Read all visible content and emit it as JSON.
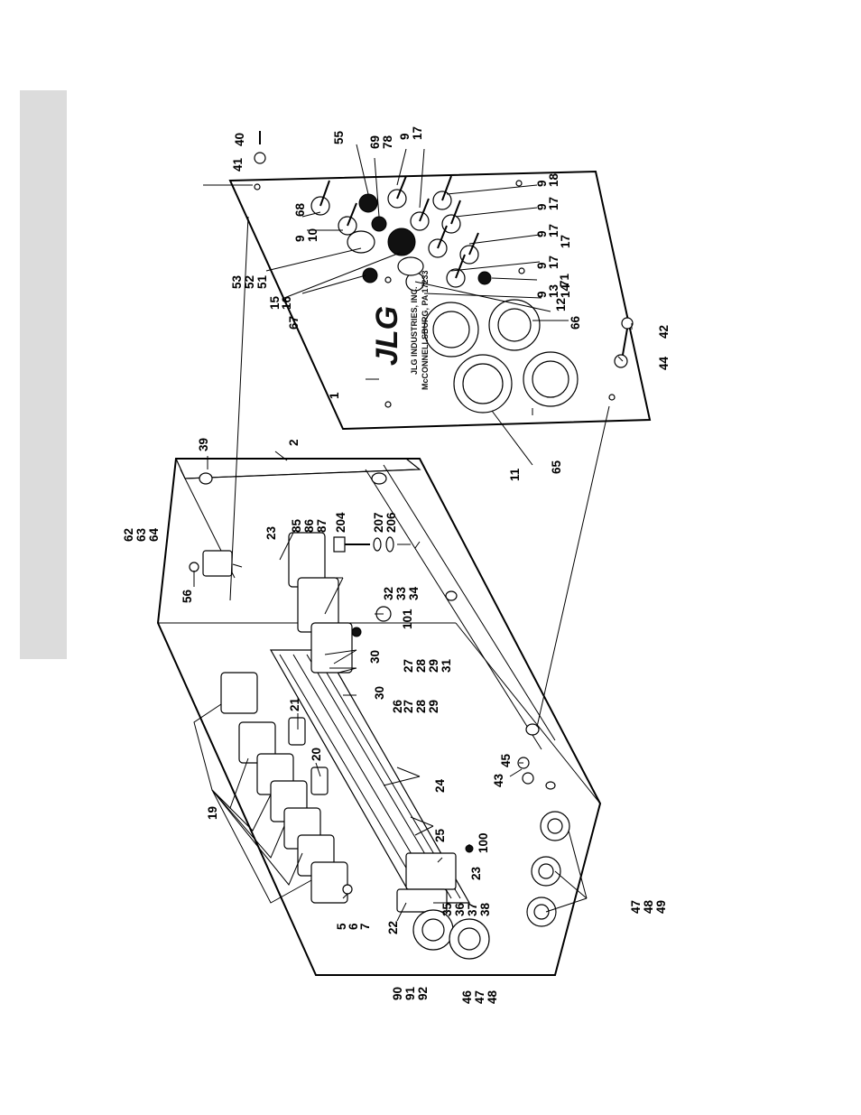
{
  "logo": {
    "text": "JLG"
  },
  "plate_text": [
    "JLG INDUSTRIES, INC.",
    "McCONNELLSBURG, PA 17233"
  ],
  "callouts": [
    "1",
    "2",
    "5",
    "6",
    "7",
    "9",
    "9",
    "9",
    "9",
    "9",
    "9",
    "9",
    "10",
    "11",
    "12",
    "13",
    "14",
    "15",
    "16",
    "17",
    "17",
    "17",
    "17",
    "17",
    "18",
    "19",
    "20",
    "21",
    "22",
    "23",
    "23",
    "24",
    "25",
    "26",
    "27",
    "27",
    "28",
    "28",
    "29",
    "29",
    "30",
    "30",
    "31",
    "32",
    "33",
    "34",
    "35",
    "36",
    "37",
    "38",
    "39",
    "40",
    "41",
    "42",
    "43",
    "44",
    "45",
    "46",
    "47",
    "47",
    "48",
    "48",
    "49",
    "51",
    "52",
    "53",
    "55",
    "56",
    "62",
    "63",
    "64",
    "65",
    "66",
    "67",
    "68",
    "69",
    "71",
    "78",
    "85",
    "86",
    "87",
    "90",
    "91",
    "92",
    "100",
    "101",
    "204",
    "206",
    "207"
  ]
}
